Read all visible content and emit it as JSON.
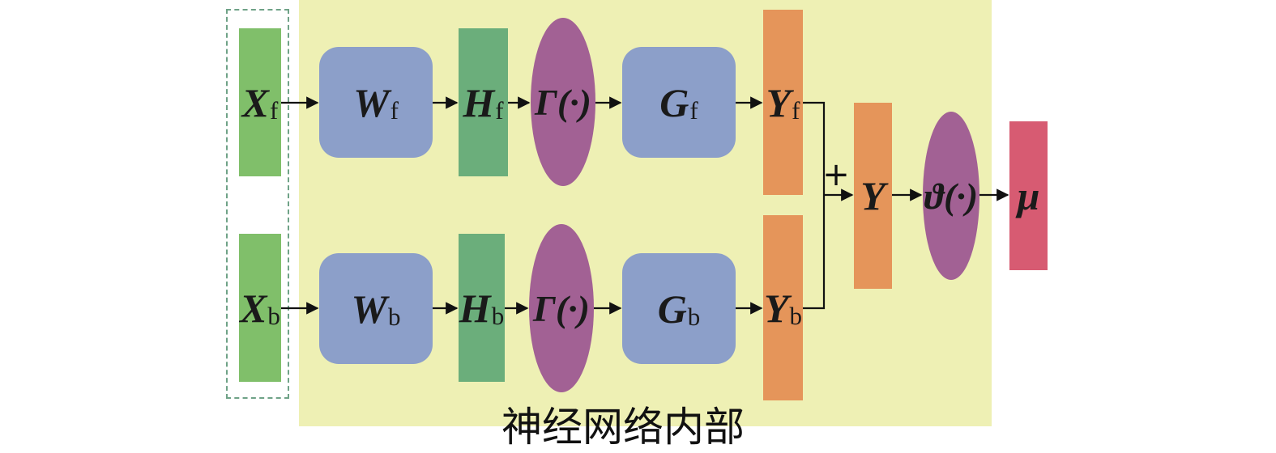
{
  "diagram": {
    "region_label": "神经网络内部",
    "plus": "+",
    "top_row": {
      "input": {
        "main": "X",
        "sub": "f"
      },
      "weight": {
        "main": "W",
        "sub": "f"
      },
      "hidden": {
        "main": "H",
        "sub": "f"
      },
      "activation": "Γ(·)",
      "gen": {
        "main": "G",
        "sub": "f"
      },
      "output": {
        "main": "Y",
        "sub": "f"
      }
    },
    "bottom_row": {
      "input": {
        "main": "X",
        "sub": "b"
      },
      "weight": {
        "main": "W",
        "sub": "b"
      },
      "hidden": {
        "main": "H",
        "sub": "b"
      },
      "activation": "Γ(·)",
      "gen": {
        "main": "G",
        "sub": "b"
      },
      "output": {
        "main": "Y",
        "sub": "b"
      }
    },
    "merge": {
      "main": "Y"
    },
    "final_activation": "ϑ(·)",
    "result": "μ"
  },
  "colors": {
    "panel": "#EEF0B4",
    "input_block": "#80BF6A",
    "hidden_block": "#6BAE7B",
    "weight_block": "#8C9FC9",
    "activation": "#A26194",
    "output_block": "#E5955A",
    "result_block": "#D75B72"
  }
}
